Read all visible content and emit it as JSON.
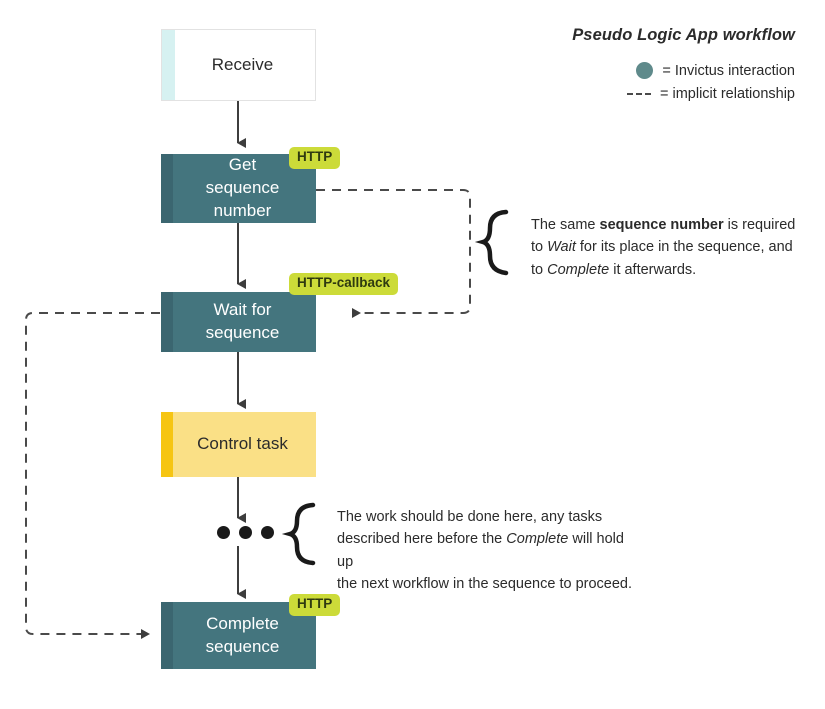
{
  "diagram": {
    "title": "Pseudo Logic App workflow",
    "nodes": [
      {
        "id": "receive",
        "label": "Receive",
        "kind": "trigger",
        "badge": null
      },
      {
        "id": "get-seq",
        "label": "Get sequence\nnumber",
        "kind": "invictus",
        "badge": "HTTP"
      },
      {
        "id": "wait-seq",
        "label": "Wait for\nsequence",
        "kind": "invictus",
        "badge": "HTTP-callback"
      },
      {
        "id": "control",
        "label": "Control task",
        "kind": "control",
        "badge": null
      },
      {
        "id": "ellipsis",
        "label": "",
        "kind": "ellipsis",
        "badge": null
      },
      {
        "id": "complete",
        "label": "Complete\nsequence",
        "kind": "invictus",
        "badge": "HTTP"
      }
    ],
    "legend": {
      "title": "Pseudo Logic App workflow",
      "items": [
        {
          "symbol": "filled-circle",
          "text": "= Invictus interaction"
        },
        {
          "symbol": "dashed-line",
          "text": "= implicit relationship"
        }
      ]
    },
    "annotations": [
      {
        "id": "sequence-number-note",
        "lines": [
          {
            "parts": [
              {
                "t": "The same ",
                "style": "normal"
              },
              {
                "t": "sequence number",
                "style": "bold"
              },
              {
                "t": " is required",
                "style": "normal"
              }
            ]
          },
          {
            "parts": [
              {
                "t": "to ",
                "style": "normal"
              },
              {
                "t": "Wait",
                "style": "italic"
              },
              {
                "t": " for its place in the sequence, and",
                "style": "normal"
              }
            ]
          },
          {
            "parts": [
              {
                "t": "to ",
                "style": "normal"
              },
              {
                "t": "Complete",
                "style": "italic"
              },
              {
                "t": " it afterwards.",
                "style": "normal"
              }
            ]
          }
        ]
      },
      {
        "id": "work-note",
        "lines": [
          {
            "parts": [
              {
                "t": "The work should be done here, any tasks",
                "style": "normal"
              }
            ]
          },
          {
            "parts": [
              {
                "t": "described here before the ",
                "style": "normal"
              },
              {
                "t": "Complete",
                "style": "italic"
              },
              {
                "t": " will hold up",
                "style": "normal"
              }
            ]
          },
          {
            "parts": [
              {
                "t": "the next workflow in the sequence to proceed.",
                "style": "normal"
              }
            ]
          }
        ]
      }
    ],
    "colors": {
      "invictus_fill": "#44757e",
      "invictus_edge": "#3b6670",
      "control_fill": "#fae086",
      "control_edge": "#f6c512",
      "trigger_fill": "#ffffff",
      "trigger_edge": "#d6f1f1",
      "badge_fill": "#ccdb39",
      "connector": "#3d3d3d",
      "legend_dot": "#5f8a8b"
    }
  }
}
